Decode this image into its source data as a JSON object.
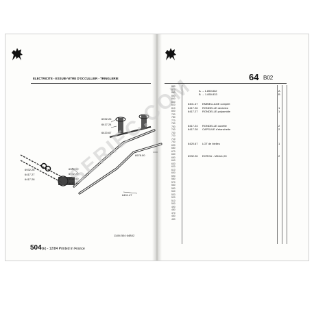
{
  "left_page": {
    "header_title": "ELECTRICITE - ESSUIE-VITRE D'OCCULLIER - TRINGLERIE",
    "callouts": [
      "6932.26",
      "6417.24",
      "6420.67",
      "6978.00",
      "6932.26",
      "6417.27",
      "6417.28",
      "6358.00",
      "6932.26",
      "6422.00",
      "6417.24",
      "6401.47"
    ],
    "footer_code": "11/84  504  64B02",
    "footer_model": "504",
    "footer_model_suffix": "(E) - 12/84 Printed in France"
  },
  "right_page": {
    "page_number": "64",
    "page_code": "B02",
    "ref_numbers": [
      "880",
      "870",
      "860",
      "850",
      "840",
      "830",
      "820",
      "810",
      "800",
      "790",
      "780",
      "770",
      "760",
      "750",
      "740",
      "730",
      "720",
      "710",
      "700",
      "690",
      "680",
      "670",
      "660",
      "650",
      "640",
      "630",
      "620",
      "610",
      "600",
      "590",
      "580",
      "570",
      "560",
      "550",
      "540",
      "530",
      "520",
      "510",
      "500",
      "490",
      "480",
      "470",
      "460",
      "450"
    ],
    "rows": [
      {
        "ref": "",
        "label": "A   →  1.850.832",
        "qty": "A"
      },
      {
        "ref": "",
        "label": "B   →  1.850.833",
        "qty": "B"
      },
      {
        "ref": "6401.47",
        "label": "EMBIELLAGE complet",
        "qty": ""
      },
      {
        "ref": "6417.26",
        "label": "RONDELLE dentelee",
        "qty": "1"
      },
      {
        "ref": "6417.27",
        "label": "RONDELLE polyamide",
        "qty": "1"
      },
      {
        "ref": "6417.24",
        "label": "RONDELLE ouvette",
        "qty": "2"
      },
      {
        "ref": "6417.28",
        "label": "CAPSULE d'etancheite",
        "qty": "2"
      },
      {
        "ref": "6420.67",
        "label": "LOT de bielles",
        "qty": "1"
      },
      {
        "ref": "6932.26",
        "label": "ECROU - M16x1,00",
        "qty": "2"
      }
    ]
  },
  "watermark": "SERIEC.COM"
}
